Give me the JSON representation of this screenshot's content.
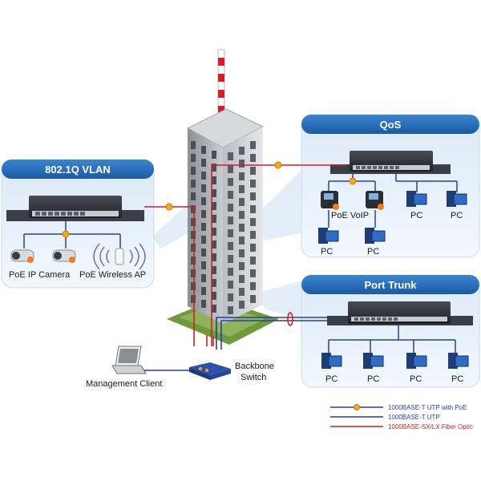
{
  "panels": {
    "vlan": {
      "title": "802.1Q VLAN",
      "labels": [
        "PoE IP Camera",
        "PoE Wireless AP"
      ]
    },
    "qos": {
      "title": "QoS",
      "labels": [
        "PoE VoIP",
        "PC",
        "PC",
        "PC",
        "PC"
      ]
    },
    "trunk": {
      "title": "Port Trunk",
      "labels": [
        "PC",
        "PC",
        "PC",
        "PC"
      ]
    }
  },
  "backbone": {
    "line1": "Backbone",
    "line2": "Switch"
  },
  "client": {
    "label": "Management Client"
  },
  "legend": [
    {
      "label": "1000BASE-T UTP with PoE",
      "color": "#2a3fa0",
      "dot": true
    },
    {
      "label": "1000BASE-T UTP",
      "color": "#2a3fa0",
      "dot": false
    },
    {
      "label": "1000BASE-SX/LX Fiber Optic",
      "color": "#d0202a",
      "dot": false
    }
  ],
  "colors": {
    "panel_header": "#1f5fa8",
    "panel_bg": "#e8f2fb",
    "utp": "#2a3fa0",
    "fiber": "#d0202a",
    "poe_dot": "#f5a623"
  }
}
